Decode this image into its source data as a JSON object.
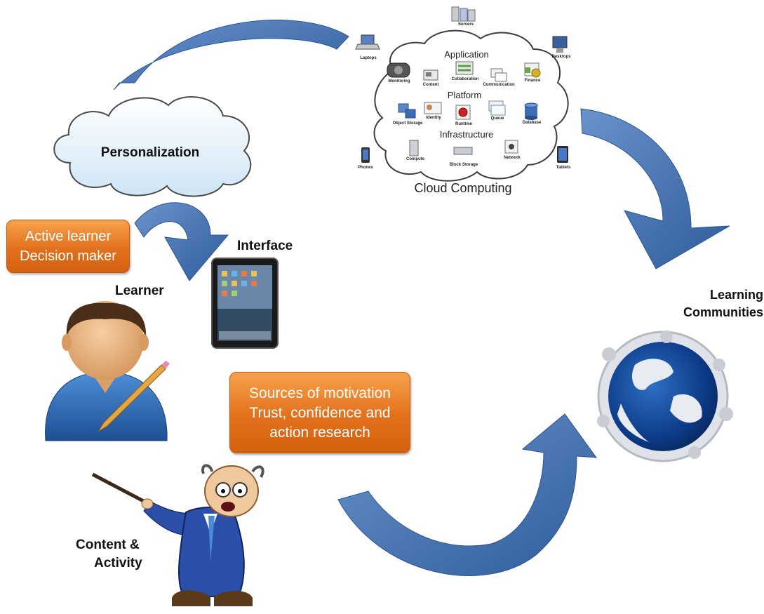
{
  "labels": {
    "personalization": "Personalization",
    "interface": "Interface",
    "learner": "Learner",
    "learning_communities_line1": "Learning",
    "learning_communities_line2": "Communities",
    "content_activity_line1": "Content &",
    "content_activity_line2": "Activity"
  },
  "boxes": {
    "active_learner_line1": "Active learner",
    "active_learner_line2": "Decision maker",
    "motivation_line1": "Sources of motivation",
    "motivation_line2": "Trust, confidence and",
    "motivation_line3": "action research"
  },
  "cloud_computing": {
    "title": "Cloud Computing",
    "application": "Application",
    "platform": "Platform",
    "infrastructure": "Infrastructure",
    "servers": "Servers",
    "laptops": "Laptops",
    "desktops": "Desktops",
    "monitoring": "Monitoring",
    "content": "Content",
    "collaboration": "Collaboration",
    "communication": "Communication",
    "finance": "Finance",
    "object_storage": "Object Storage",
    "identity": "Identity",
    "runtime": "Runtime",
    "queue": "Queue",
    "database": "Database",
    "compute": "Compute",
    "block_storage": "Block Storage",
    "network": "Network",
    "phones": "Phones",
    "tablets": "Tablets"
  },
  "colors": {
    "arrow_blue": "#4a76b3",
    "orange_box": "#e2701c",
    "cloud_stroke": "#3d3d3d"
  }
}
